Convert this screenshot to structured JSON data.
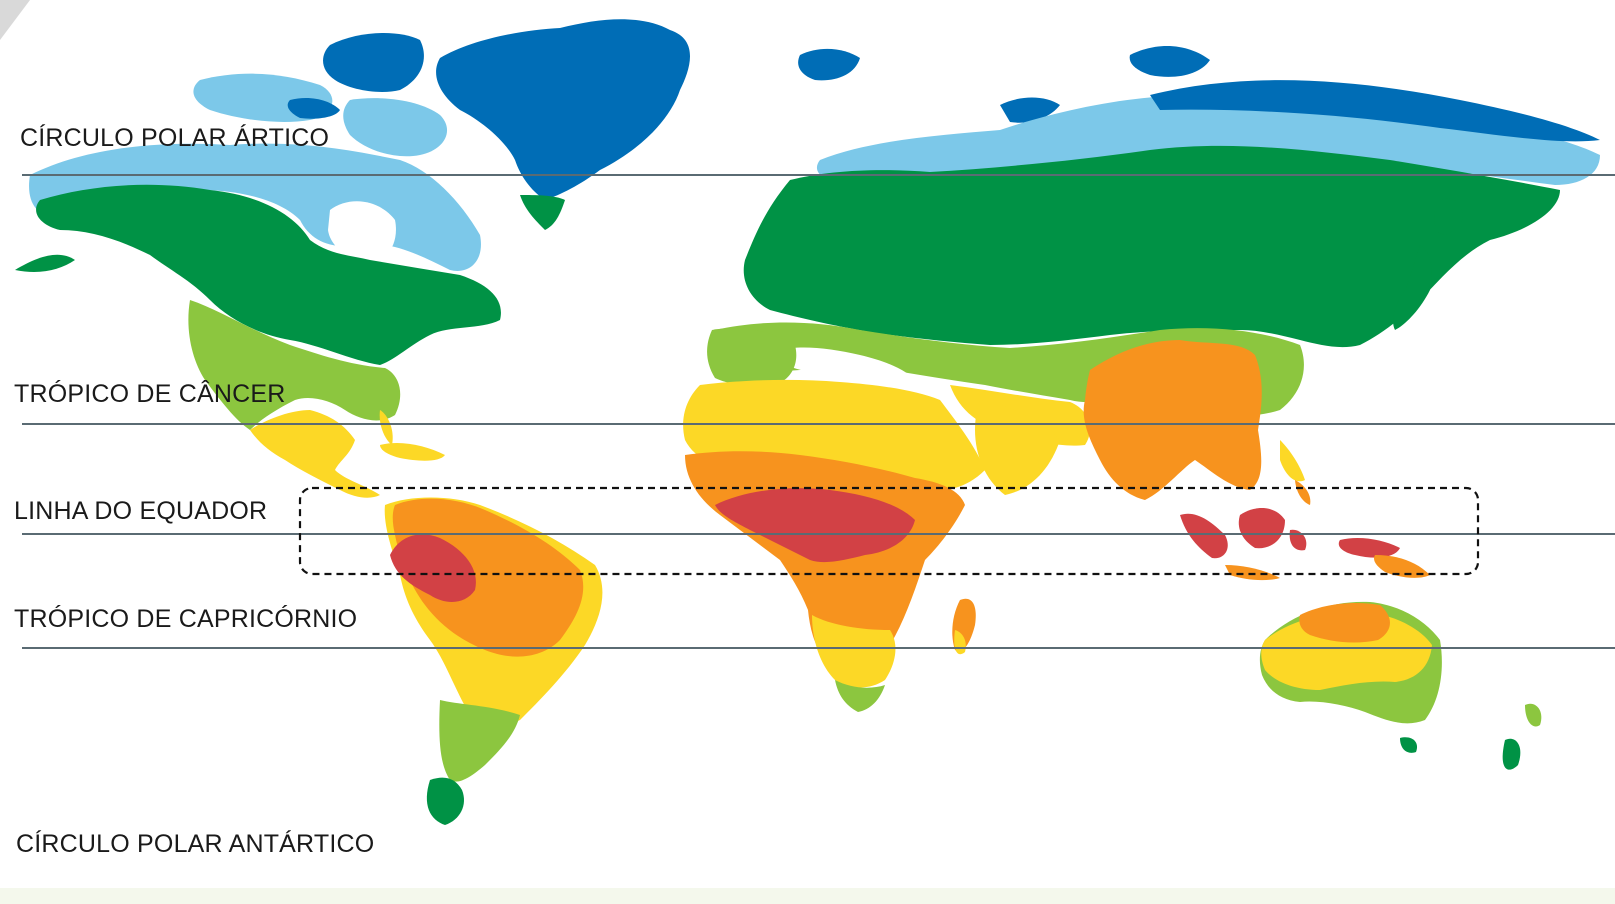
{
  "map": {
    "lines": {
      "arctic": "CÍRCULO POLAR ÁRTICO",
      "cancer": "TRÓPICO DE CÂNCER",
      "equator": "LINHA DO EQUADOR",
      "capricorn": "TRÓPICO DE CAPRICÓRNIO",
      "antarctic": "CÍRCULO POLAR ANTÁRTICO"
    },
    "zone_colors": {
      "ice_cap": "#006db6",
      "polar": "#7cc8e9",
      "cold_temperate": "#009245",
      "temperate": "#8cc63f",
      "subtropical": "#fcd826",
      "tropical": "#f7931e",
      "equatorial": "#d24145"
    },
    "line_color": "#5a6b73",
    "highlight": "equatorial-band-dashed-box"
  }
}
